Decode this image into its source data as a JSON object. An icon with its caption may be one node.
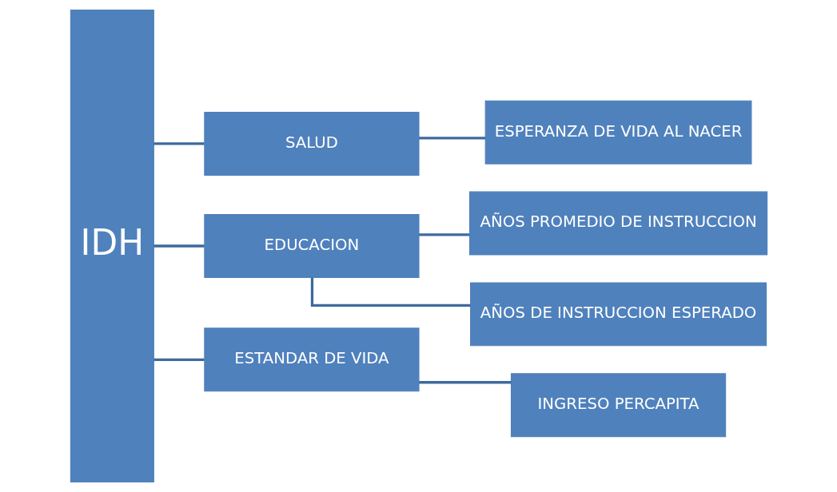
{
  "diagram": {
    "nodes": [
      {
        "text": [
          "IDH"
        ]
      },
      {
        "text": [
          "SALUD"
        ]
      },
      {
        "text": [
          "ESPERANZA DE VIDA AL NACER"
        ]
      },
      {
        "text": [
          "EDUCACION"
        ]
      },
      {
        "text": [
          "AÑOS PROMEDIO DE INSTRUCCION"
        ]
      },
      {
        "text": [
          "AÑOS DE INSTRUCCION ESPERADO"
        ]
      },
      {
        "text": [
          "ESTANDAR DE VIDA"
        ]
      },
      {
        "text": [
          "INGRESO PERCAPITA"
        ]
      }
    ],
    "edges": [
      {
        "from": 0,
        "to": 1,
        "arrow": "none"
      },
      {
        "from": 0,
        "to": 3,
        "arrow": "none"
      },
      {
        "from": 0,
        "to": 6,
        "arrow": "none"
      },
      {
        "from": 1,
        "to": 2,
        "arrow": "none"
      },
      {
        "from": 3,
        "to": 4,
        "arrow": "none"
      },
      {
        "from": 3,
        "to": 5,
        "arrow": "none"
      },
      {
        "from": 6,
        "to": 7,
        "arrow": "none"
      }
    ]
  }
}
